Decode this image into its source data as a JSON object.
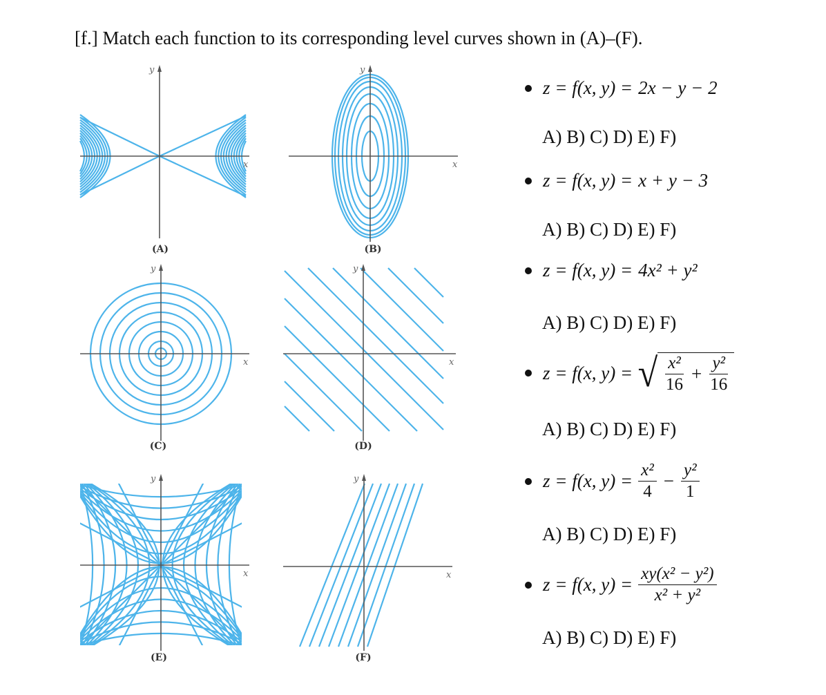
{
  "title": "[f.] Match each function to its corresponding level curves shown in (A)–(F).",
  "axis_labels": {
    "x": "x",
    "y": "y"
  },
  "plots": [
    {
      "label": "(A)",
      "description": "bowtie"
    },
    {
      "label": "(B)",
      "description": "vertical-ellipses"
    },
    {
      "label": "(C)",
      "description": "circles"
    },
    {
      "label": "(D)",
      "description": "diagonal-lines"
    },
    {
      "label": "(E)",
      "description": "saddle-hyperbolas"
    },
    {
      "label": "(F)",
      "description": "steep-lines"
    }
  ],
  "functions": [
    {
      "lhs": "z = f(x, y) = ",
      "rhs": "2x − y − 2"
    },
    {
      "lhs": "z = f(x, y) = ",
      "rhs": "x + y − 3"
    },
    {
      "lhs": "z = f(x, y) = ",
      "rhs": "4x² + y²"
    },
    {
      "lhs": "z = f(x, y) = ",
      "sqrt_terms": [
        {
          "num": "x²",
          "den": "16"
        },
        {
          "num": "y²",
          "den": "16"
        }
      ],
      "op": "+"
    },
    {
      "lhs": "z = f(x, y) = ",
      "fracs": [
        {
          "num": "x²",
          "den": "4"
        },
        {
          "num": "y²",
          "den": "1"
        }
      ],
      "op": "−"
    },
    {
      "lhs": "z = f(x, y) = ",
      "fracs": [
        {
          "num": "xy(x² − y²)",
          "den": "x² + y²"
        }
      ]
    }
  ],
  "options_text": "A) B) C) D) E) F)",
  "colors": {
    "curve": "#4db4ea",
    "axis": "#555555"
  }
}
